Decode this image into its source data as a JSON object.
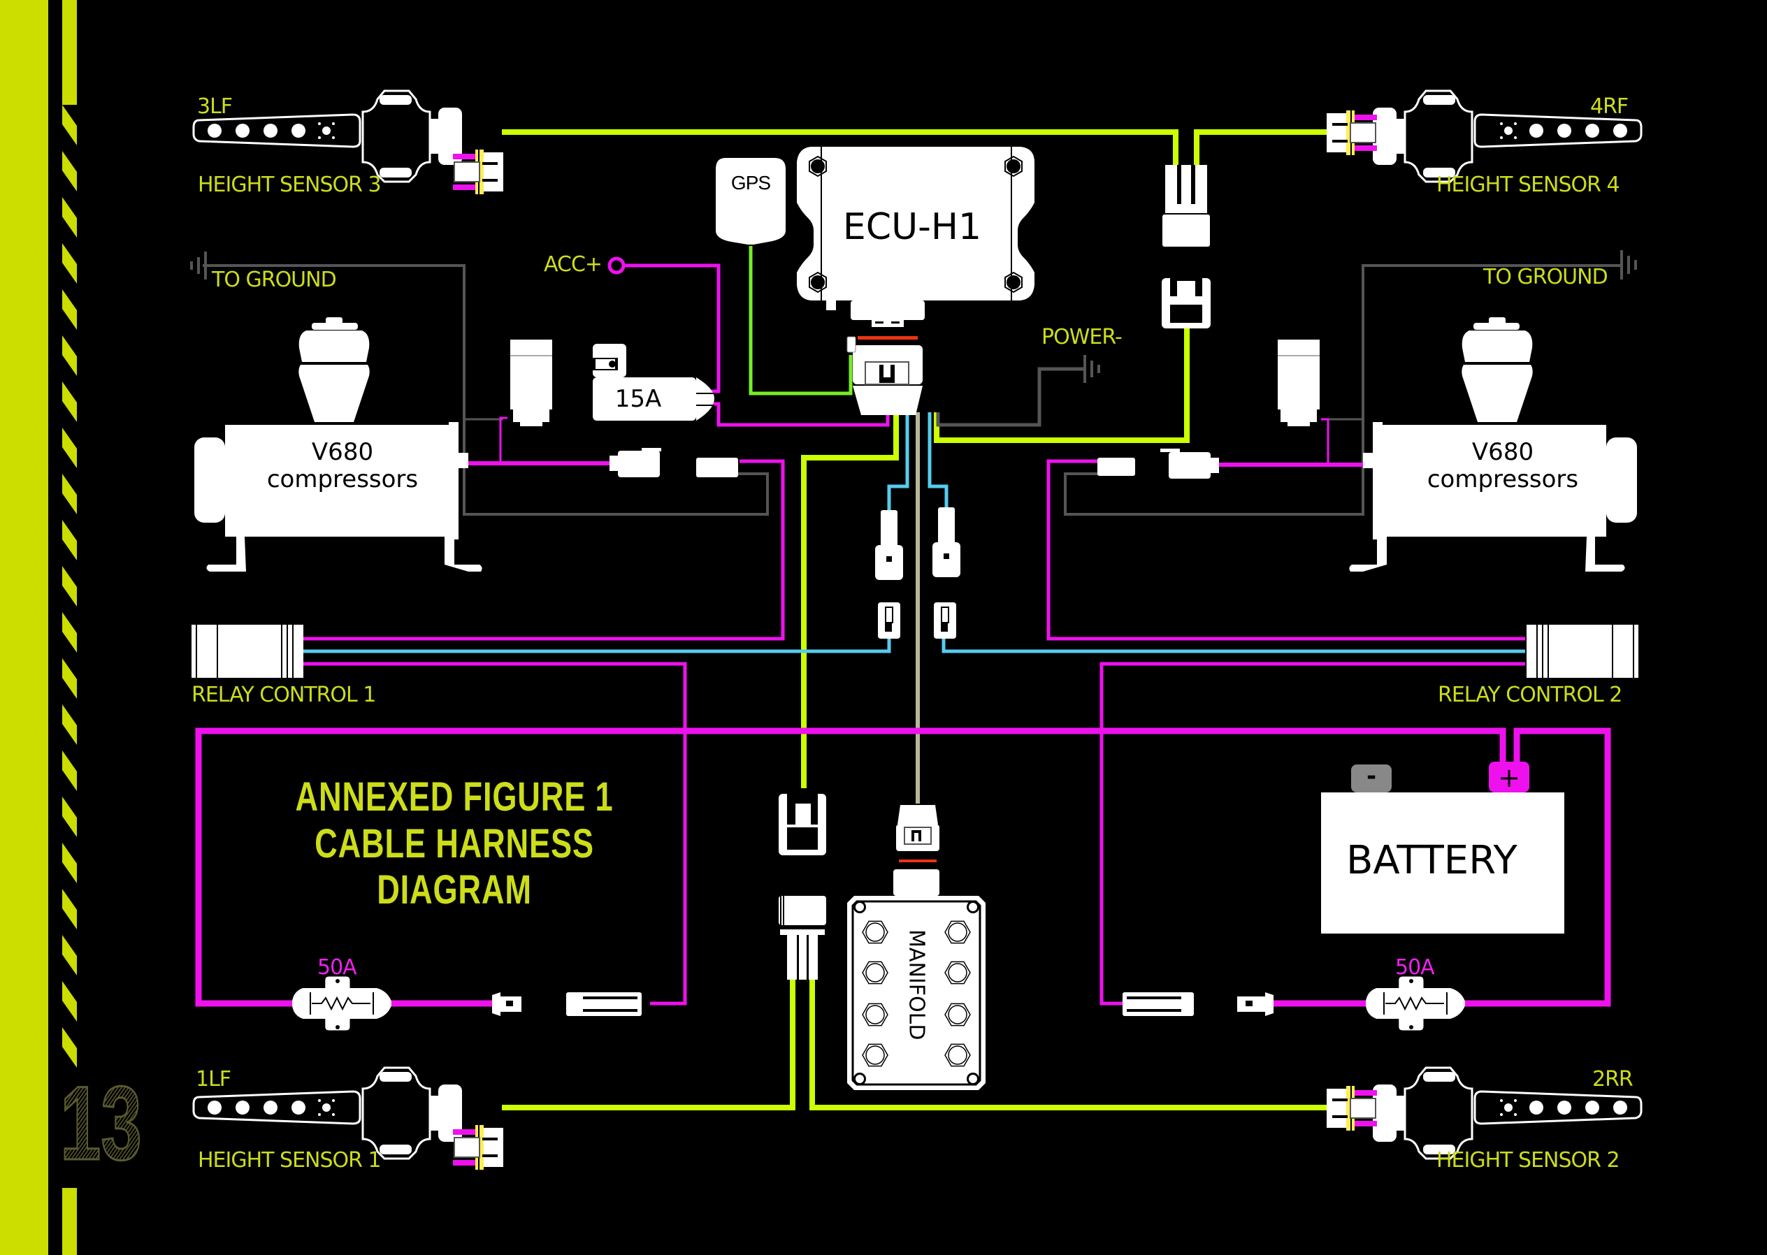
{
  "page": {
    "number": "13",
    "title_line1": "ANNEXED FIGURE 1",
    "title_line2": "CABLE HARNESS DIAGRAM"
  },
  "colors": {
    "background": "#000000",
    "accent_yellow": "#ccdd00",
    "wire_yellow": "#ccff00",
    "wire_magenta": "#ee11ee",
    "wire_blue": "#55ccee",
    "wire_green": "#77ee22",
    "wire_gray": "#555555",
    "wire_beige": "#b8b898",
    "connector_red": "#ee3311",
    "component_white": "#ffffff",
    "battery_negative": "#888888"
  },
  "components": {
    "ecu": {
      "label": "ECU-H1"
    },
    "gps": {
      "label": "GPS"
    },
    "fuse_15a": {
      "label": "15A"
    },
    "battery": {
      "label": "BATTERY",
      "negative": "-",
      "positive": "+"
    },
    "manifold": {
      "label": "MANIFOLD"
    },
    "compressor_left": {
      "line1": "V680",
      "line2": "compressors"
    },
    "compressor_right": {
      "line1": "V680",
      "line2": "compressors"
    }
  },
  "labels": {
    "sensor3_code": "3LF",
    "sensor3_name": "HEIGHT SENSOR 3",
    "sensor4_code": "4RF",
    "sensor4_name": "HEIGHT SENSOR 4",
    "sensor1_code": "1LF",
    "sensor1_name": "HEIGHT SENSOR 1",
    "sensor2_code": "2RR",
    "sensor2_name": "HEIGHT SENSOR 2",
    "ground_left": "TO GROUND",
    "ground_right": "TO GROUND",
    "acc": "ACC+",
    "power_neg": "POWER-",
    "relay1": "RELAY CONTROL 1",
    "relay2": "RELAY CONTROL 2",
    "fuse_left": "50A",
    "fuse_right": "50A"
  }
}
